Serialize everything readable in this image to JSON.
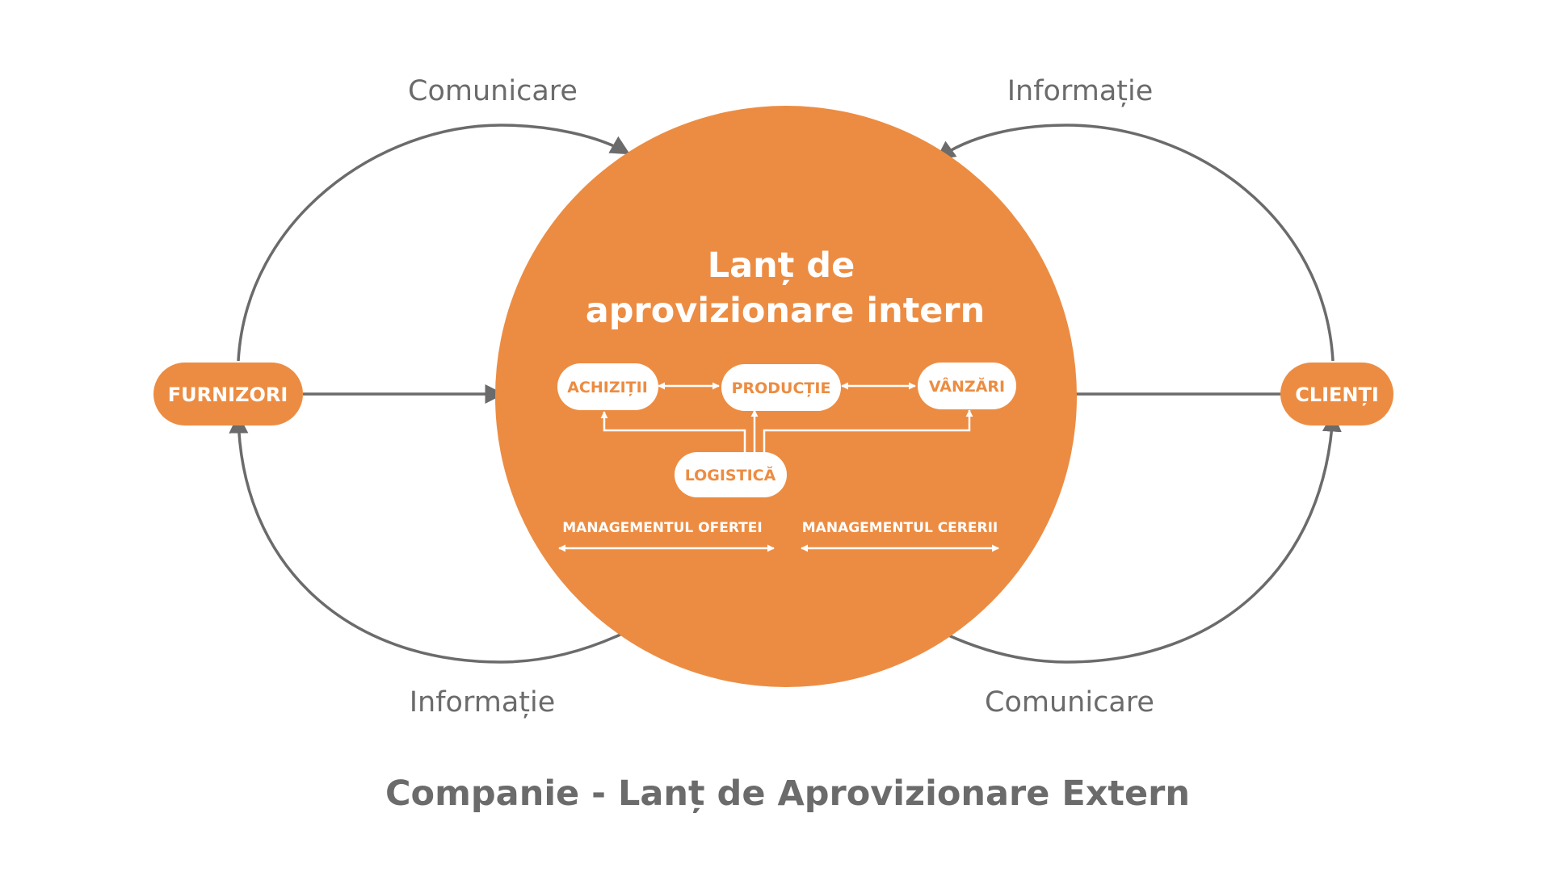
{
  "colors": {
    "accent": "#ec8c42",
    "line": "#6b6b6b",
    "white": "#ffffff"
  },
  "outer_labels": {
    "top_left": "Comunicare",
    "top_right": "Informație",
    "bottom_left": "Informație",
    "bottom_right": "Comunicare"
  },
  "nodes": {
    "left": "FURNIZORI",
    "right": "CLIENȚI"
  },
  "center": {
    "title_line1": "Lanț de",
    "title_line2": "aprovizionare intern",
    "procurement": "ACHIZIȚII",
    "production": "PRODUCȚIE",
    "sales": "VÂNZĂRI",
    "logistics": "LOGISTICĂ",
    "supply_management": "MANAGEMENTUL OFERTEI",
    "demand_management": "MANAGEMENTUL CERERII"
  },
  "caption": "Companie - Lanț de Aprovizionare Extern"
}
